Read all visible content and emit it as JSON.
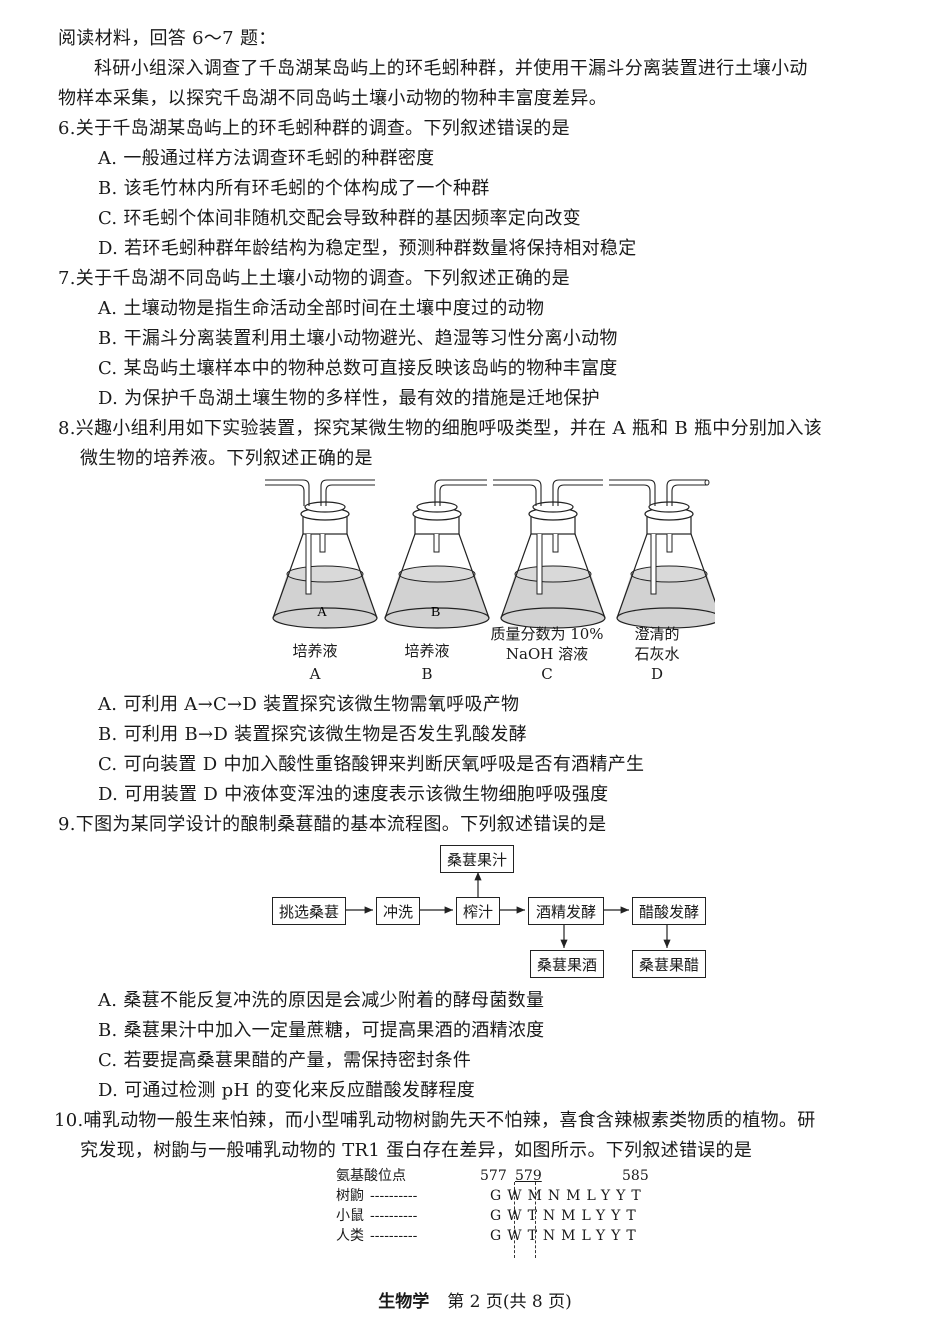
{
  "intro": {
    "heading": "阅读材料，回答 6～7 题：",
    "material_line1": "科研小组深入调查了千岛湖某岛屿上的环毛蚓种群，并使用干漏斗分离装置进行土壤小动",
    "material_line2": "物样本采集，以探究千岛湖不同岛屿土壤小动物的物种丰富度差异。"
  },
  "questions": [
    {
      "number": "6.",
      "stem": "关于千岛湖某岛屿上的环毛蚓种群的调查。下列叙述错误的是",
      "options": [
        "A. 一般通过样方法调查环毛蚓的种群密度",
        "B. 该毛竹林内所有环毛蚓的个体构成了一个种群",
        "C. 环毛蚓个体间非随机交配会导致种群的基因频率定向改变",
        "D. 若环毛蚓种群年龄结构为稳定型，预测种群数量将保持相对稳定"
      ]
    },
    {
      "number": "7.",
      "stem": "关于千岛湖不同岛屿上土壤小动物的调查。下列叙述正确的是",
      "options": [
        "A. 土壤动物是指生命活动全部时间在土壤中度过的动物",
        "B. 干漏斗分离装置利用土壤小动物避光、趋湿等习性分离小动物",
        "C. 某岛屿土壤样本中的物种总数可直接反映该岛屿的物种丰富度",
        "D. 为保护千岛湖土壤生物的多样性，最有效的措施是迁地保护"
      ]
    },
    {
      "number": "8.",
      "stem_line1": "兴趣小组利用如下实验装置，探究某微生物的细胞呼吸类型，并在 A 瓶和 B 瓶中分别加入该",
      "stem_line2": "微生物的培养液。下列叙述正确的是",
      "figure": {
        "flasks": [
          {
            "inner_label": "A",
            "caption_line1": "培养液",
            "caption_line2": "",
            "letter": "A"
          },
          {
            "inner_label": "B",
            "caption_line1": "培养液",
            "caption_line2": "",
            "letter": "B"
          },
          {
            "inner_label": "",
            "caption_line1": "质量分数为 10%",
            "caption_line2": "NaOH 溶液",
            "letter": "C"
          },
          {
            "inner_label": "",
            "caption_line1": "澄清的",
            "caption_line2": "石灰水",
            "letter": "D"
          }
        ]
      },
      "options": [
        "A. 可利用 A→C→D 装置探究该微生物需氧呼吸产物",
        "B. 可利用 B→D 装置探究该微生物是否发生乳酸发酵",
        "C. 可向装置 D 中加入酸性重铬酸钾来判断厌氧呼吸是否有酒精产生",
        "D. 可用装置 D 中液体变浑浊的速度表示该微生物细胞呼吸强度"
      ]
    },
    {
      "number": "9.",
      "stem": "下图为某同学设计的酿制桑葚醋的基本流程图。下列叙述错误的是",
      "flowchart": {
        "main": [
          "挑选桑葚",
          "冲洗",
          "榨汁",
          "酒精发酵",
          "醋酸发酵"
        ],
        "juice": "桑葚果汁",
        "wine": "桑葚果酒",
        "vinegar": "桑葚果醋"
      },
      "options": [
        "A. 桑葚不能反复冲洗的原因是会减少附着的酵母菌数量",
        "B. 桑葚果汁中加入一定量蔗糖，可提高果酒的酒精浓度",
        "C. 若要提高桑葚果醋的产量，需保持密封条件",
        "D. 可通过检测 pH 的变化来反应醋酸发酵程度"
      ]
    },
    {
      "number": "10.",
      "stem_line1": "哺乳动物一般生来怕辣，而小型哺乳动物树鼩先天不怕辣，喜食含辣椒素类物质的植物。研",
      "stem_line2": "究发现，树鼩与一般哺乳动物的 TR1 蛋白存在差异，如图所示。下列叙述错误的是",
      "sequence_figure": {
        "header_label": "氨基酸位点",
        "positions": [
          "577",
          "579",
          "585"
        ],
        "rows": [
          {
            "species": "树鼩",
            "dashes": "----------",
            "residues": [
              "G",
              "W",
              "M",
              "N",
              "M",
              "L",
              "Y",
              "Y",
              "T"
            ]
          },
          {
            "species": "小鼠",
            "dashes": "----------",
            "residues": [
              "G",
              "W",
              "T",
              "N",
              "M",
              "L",
              "Y",
              "Y",
              "T"
            ]
          },
          {
            "species": "人类",
            "dashes": "----------",
            "residues": [
              "G",
              "W",
              "T",
              "N",
              "M",
              "L",
              "Y",
              "Y",
              "T"
            ]
          }
        ]
      }
    }
  ],
  "footer": {
    "subject": "生物学",
    "page_info": "第 2 页(共 8 页)"
  },
  "colors": {
    "text": "#1a1a1a",
    "liquid": "#d2d2d2"
  }
}
